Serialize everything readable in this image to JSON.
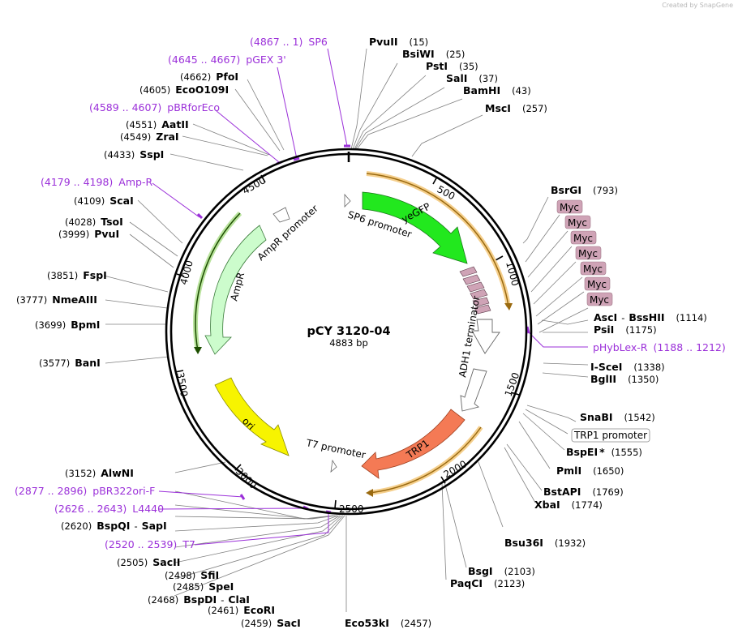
{
  "watermark": "Created by SnapGene",
  "plasmid": {
    "name": "pCY 3120-04",
    "size_label": "4883 bp"
  },
  "enzymes_left": [
    {
      "name": "PfoI",
      "pos": "(4662)"
    },
    {
      "name": "EcoO109I",
      "pos": "(4605)"
    },
    {
      "name": "AatII",
      "pos": "(4551)"
    },
    {
      "name": "ZraI",
      "pos": "(4549)"
    },
    {
      "name": "SspI",
      "pos": "(4433)"
    },
    {
      "name": "ScaI",
      "pos": "(4109)"
    },
    {
      "name": "TsoI",
      "pos": "(4028)"
    },
    {
      "name": "PvuI",
      "pos": "(3999)"
    },
    {
      "name": "FspI",
      "pos": "(3851)"
    },
    {
      "name": "NmeAIII",
      "pos": "(3777)"
    },
    {
      "name": "BpmI",
      "pos": "(3699)"
    },
    {
      "name": "BanI",
      "pos": "(3577)"
    },
    {
      "name": "AlwNI",
      "pos": "(3152)"
    },
    {
      "name": "BspQI",
      "name2": "SapI",
      "pos": "(2620)"
    },
    {
      "name": "SacII",
      "pos": "(2505)"
    },
    {
      "name": "SfiI",
      "pos": "(2498)"
    },
    {
      "name": "SpeI",
      "pos": "(2485)"
    },
    {
      "name": "BspDI",
      "name2": "ClaI",
      "pos": "(2468)"
    },
    {
      "name": "EcoRI",
      "pos": "(2461)"
    },
    {
      "name": "SacI",
      "pos": "(2459)"
    }
  ],
  "enzymes_right": [
    {
      "name": "PvuII",
      "pos": "(15)"
    },
    {
      "name": "BsiWI",
      "pos": "(25)"
    },
    {
      "name": "PstI",
      "pos": "(35)"
    },
    {
      "name": "SalI",
      "pos": "(37)"
    },
    {
      "name": "BamHI",
      "pos": "(43)"
    },
    {
      "name": "MscI",
      "pos": "(257)"
    },
    {
      "name": "BsrGI",
      "pos": "(793)"
    },
    {
      "name": "AscI",
      "name2": "BssHII",
      "pos": "(1114)"
    },
    {
      "name": "PsiI",
      "pos": "(1175)"
    },
    {
      "name": "I-SceI",
      "pos": "(1338)"
    },
    {
      "name": "BglII",
      "pos": "(1350)"
    },
    {
      "name": "SnaBI",
      "pos": "(1542)"
    },
    {
      "name": "BspEI",
      "star": "*",
      "pos": "(1555)"
    },
    {
      "name": "PmlI",
      "pos": "(1650)"
    },
    {
      "name": "BstAPI",
      "pos": "(1769)"
    },
    {
      "name": "XbaI",
      "pos": "(1774)"
    },
    {
      "name": "Bsu36I",
      "pos": "(1932)"
    },
    {
      "name": "BsgI",
      "pos": "(2103)"
    },
    {
      "name": "PaqCI",
      "pos": "(2123)"
    },
    {
      "name": "Eco53kI",
      "pos": "(2457)"
    }
  ],
  "primers": [
    {
      "range": "(4867 .. 1)",
      "name": "SP6"
    },
    {
      "range": "(4645 .. 4667)",
      "name": "pGEX 3'"
    },
    {
      "range": "(4589 .. 4607)",
      "name": "pBRforEco"
    },
    {
      "range": "(4179 .. 4198)",
      "name": "Amp-R"
    },
    {
      "range": "(2877 .. 2896)",
      "name": "pBR322ori-F"
    },
    {
      "range": "(2626 .. 2643)",
      "name": "L4440"
    },
    {
      "range": "(2520 .. 2539)",
      "name": "T7"
    },
    {
      "range": "(1188 .. 1212)",
      "name": "pHybLex-R"
    }
  ],
  "myc_tags": [
    "Myc",
    "Myc",
    "Myc",
    "Myc",
    "Myc",
    "Myc",
    "Myc"
  ],
  "trp1_promoter_box": "TRP1 promoter",
  "ticks": [
    "500",
    "1000",
    "1500",
    "2000",
    "2500",
    "3000",
    "3500",
    "4000",
    "4500"
  ],
  "features": {
    "yegfp": "yeGFP",
    "sp6_promoter": "SP6 promoter",
    "adh1_terminator": "ADH1 terminator",
    "trp1": "TRP1",
    "t7_promoter": "T7 promoter",
    "ori": "ori",
    "ampr": "AmpR",
    "ampr_promoter": "AmpR promoter"
  },
  "colors": {
    "yegfp": "#22e81e",
    "trp1": "#f47a55",
    "ori": "#f7f400",
    "ampr": "#ccfccc",
    "myc": "#cfa3b6",
    "primer": "#9b30d9",
    "orf": "#e8a93a"
  }
}
